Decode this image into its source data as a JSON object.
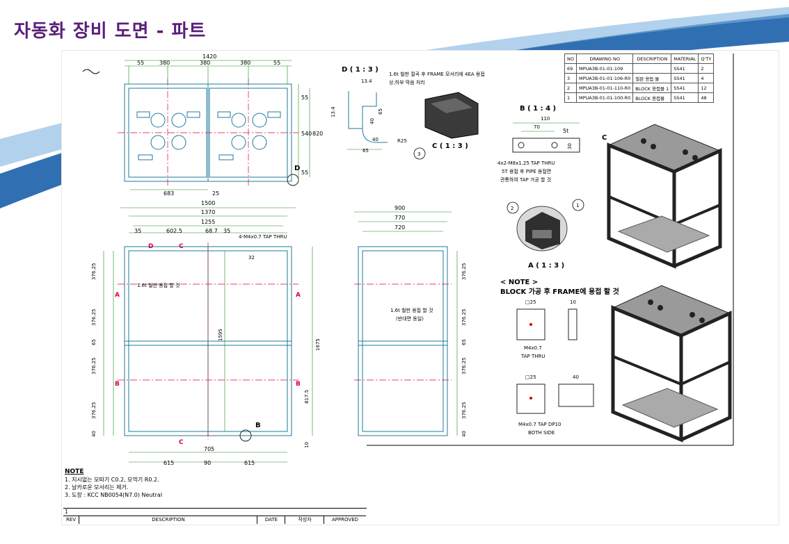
{
  "slide": {
    "title": "자동화 장비 도면 - 파트"
  },
  "top_view": {
    "overall_width": "1420",
    "segments": [
      "55",
      "380",
      "380",
      "380",
      "55"
    ],
    "right_dims": [
      "55",
      "540",
      "820",
      "55"
    ],
    "bottom_dims": [
      "683",
      "25"
    ],
    "detail_ref": "D"
  },
  "front_view": {
    "dims_top": [
      "1500",
      "1370",
      "1255"
    ],
    "dims_row": [
      "35",
      "602.5",
      "68.7",
      "35"
    ],
    "tap_note": "4-M4x0.7 TAP THRU",
    "small_dim": "32",
    "left_dims": [
      "376.25",
      "376.25",
      "65",
      "376.25",
      "376.25",
      "40"
    ],
    "center_dim": "1595",
    "right_dims": [
      "1675",
      "817.5",
      "10"
    ],
    "weld_note": "1.6t 철판 용접 할 것",
    "bottom_dims": [
      "705",
      "615",
      "90",
      "615"
    ],
    "section_marks": [
      "D",
      "C",
      "A",
      "A",
      "B",
      "B",
      "C",
      "B"
    ]
  },
  "side_view": {
    "dims_top": [
      "900",
      "770",
      "720"
    ],
    "right_dims": [
      "376.25",
      "376.25",
      "65",
      "376.25",
      "376.25",
      "40"
    ],
    "weld_note_1": "1.6t 철판 용접 할 것",
    "weld_note_2": "(반대면 동일)"
  },
  "detail_d": {
    "label": "D ( 1 : 3 )",
    "note_1": "1.6t 철판 절곡 후 FRAME 모서리에 4EA 용접",
    "note_2": "상,하부 막음 처리",
    "dims": [
      "13.4",
      "13.4",
      "65",
      "40",
      "40",
      "65",
      "R25"
    ]
  },
  "detail_c": {
    "label": "C ( 1 : 3 )",
    "balloon": "3"
  },
  "detail_b": {
    "label": "B ( 1 : 4 )",
    "dims": [
      "110",
      "70",
      "5t",
      "30"
    ],
    "note": [
      "4x2-M8x1.25 TAP THRU",
      "5T 용접 후 PIPE 용접면",
      "관통하여 TAP 가공 할 것"
    ]
  },
  "detail_a": {
    "label": "A ( 1 : 3 )",
    "balloons": [
      "2",
      "1"
    ]
  },
  "iso_label": "C",
  "bom": {
    "headers": [
      "NO",
      "DRAWING NO",
      "DESCRIPTION",
      "MATERIAL",
      "Q'TY"
    ],
    "rows": [
      [
        "69",
        "MPUA3B-01-01-109",
        "",
        "SS41",
        "2"
      ],
      [
        "3",
        "MPUA3B-01-01-106-R0",
        "철판 용접 물",
        "SS41",
        "4"
      ],
      [
        "2",
        "MPUA3B-01-01-110-R0",
        "BLOCK 용접물 1",
        "SS41",
        "12"
      ],
      [
        "1",
        "MPUA3B-01-01-100-R0",
        "BLOCK 용접물",
        "SS41",
        "48"
      ]
    ]
  },
  "block_note": {
    "title": "< NOTE >",
    "text": "BLOCK 가공 후 FRAME에 용접 할 것",
    "b1_dims": [
      "□25",
      "10"
    ],
    "b1_note": [
      "M4x0.7",
      "TAP THRU"
    ],
    "b2_dims": [
      "□25",
      "40"
    ],
    "b2_note": [
      "M4x0.7 TAP DP10",
      "BOTH SIDE"
    ]
  },
  "notes": {
    "title": "NOTE",
    "items": [
      "1. 지시없는 모따기 C0.2, 모깍기 R0.2.",
      "2. 날카로운 모서리는 제거.",
      "3. 도장 : KCC NB0054(N7.0) Neutral"
    ]
  },
  "revision": {
    "rev_no": "1",
    "cols": [
      "REV",
      "DESCRIPTION",
      "DATE",
      "작성자",
      "APPROVED"
    ]
  }
}
